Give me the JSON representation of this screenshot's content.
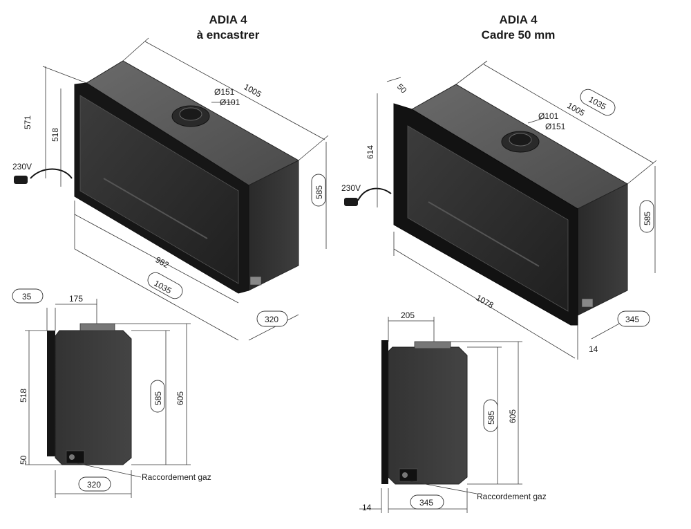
{
  "left_title": {
    "line1": "ADIA 4",
    "line2": "à encastrer"
  },
  "right_title": {
    "line1": "ADIA 4",
    "line2": "Cadre 50 mm"
  },
  "left_iso": {
    "width_top": "1005",
    "dia_outer": "Ø151",
    "dia_inner": "Ø101",
    "height_total": "571",
    "height_glass": "518",
    "voltage": "230V",
    "height_side": "585",
    "width_glass": "982",
    "width_total": "1035",
    "depth": "320"
  },
  "right_iso": {
    "frame": "50",
    "width_total_top": "1035",
    "width_top": "1005",
    "dia_inner": "Ø101",
    "dia_outer": "Ø151",
    "height_total": "614",
    "voltage": "230V",
    "height_side": "585",
    "width_front": "1078",
    "depth": "345",
    "frame_depth": "14"
  },
  "left_side": {
    "offset": "35",
    "chimney_offset": "175",
    "height_glass": "518",
    "height_body": "585",
    "height_total": "605",
    "base": "50",
    "depth": "320",
    "gas_label": "Raccordement gaz"
  },
  "right_side": {
    "chimney_offset": "205",
    "height_body": "585",
    "height_total": "605",
    "frame_depth": "14",
    "depth": "345",
    "gas_label": "Raccordement gaz"
  },
  "colors": {
    "body": "#3a3a3a",
    "body_dark": "#262626",
    "top": "#5a5a5a",
    "glass": "#2e2e2e",
    "frame": "#151515"
  }
}
